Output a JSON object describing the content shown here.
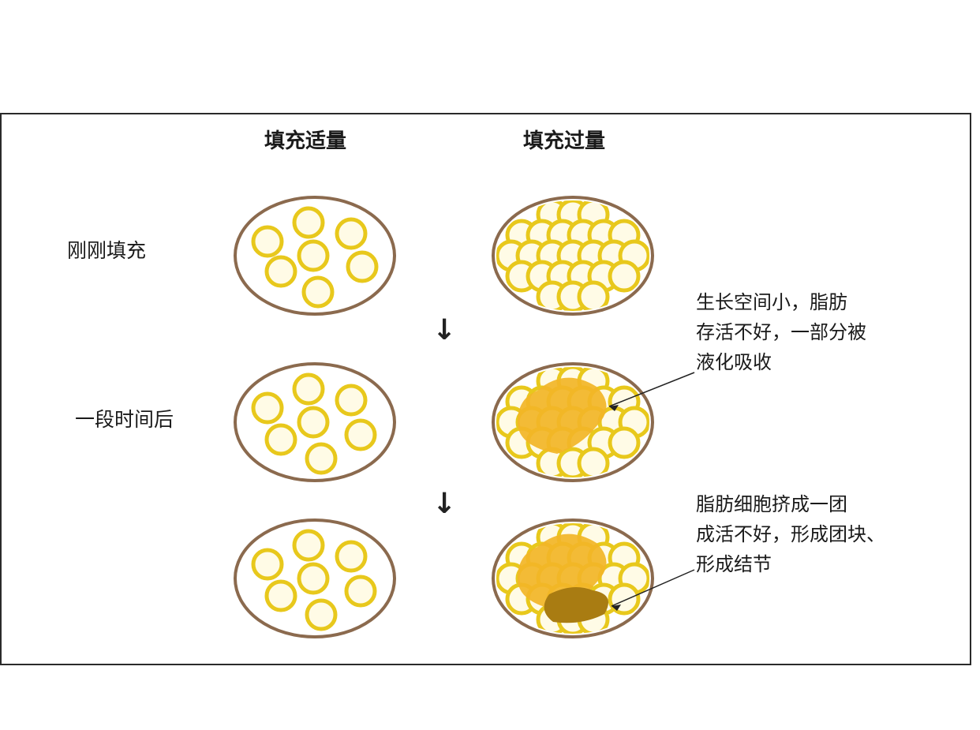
{
  "columns": {
    "moderate": "填充适量",
    "excess": "填充过量"
  },
  "rows": {
    "just_filled": "刚刚填充",
    "after_time": "一段时间后"
  },
  "arrow_symbol": "↓",
  "notes": {
    "first": "生长空间小，脂肪\n存活不好，一部分被\n液化吸收",
    "second": "脂肪细胞挤成一团\n成活不好，形成团块、\n形成结节"
  },
  "colors": {
    "capsule_border": "#8b6a4e",
    "fat_ring": "#e8c81c",
    "fat_ring_inner": "#fffbe6",
    "clump": "#f2b527",
    "nodule": "#a97c12",
    "frame": "#2a2a2a"
  }
}
